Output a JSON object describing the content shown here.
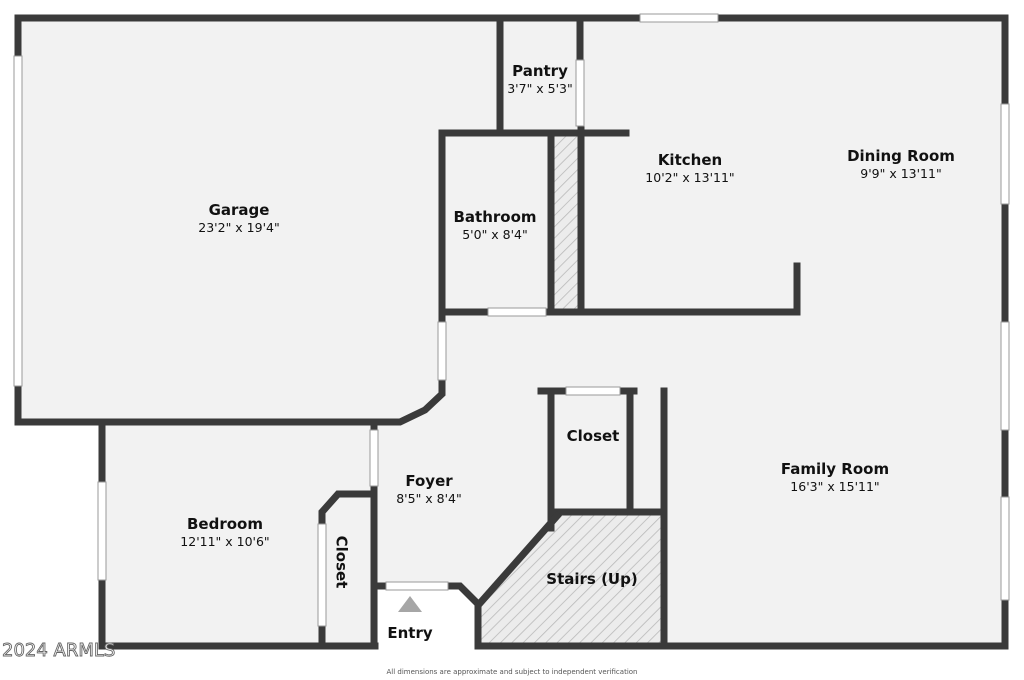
{
  "rooms": {
    "garage": {
      "name": "Garage",
      "dims": "23'2\" x 19'4\""
    },
    "pantry": {
      "name": "Pantry",
      "dims": "3'7\" x 5'3\""
    },
    "kitchen": {
      "name": "Kitchen",
      "dims": "10'2\" x 13'11\""
    },
    "dining": {
      "name": "Dining Room",
      "dims": "9'9\" x 13'11\""
    },
    "bathroom": {
      "name": "Bathroom",
      "dims": "5'0\" x 8'4\""
    },
    "foyer": {
      "name": "Foyer",
      "dims": "8'5\" x 8'4\""
    },
    "family": {
      "name": "Family Room",
      "dims": "16'3\" x 15'11\""
    },
    "bedroom": {
      "name": "Bedroom",
      "dims": "12'11\" x 10'6\""
    },
    "closet_hall": {
      "name": "Closet"
    },
    "closet_bed": {
      "name": "Closet"
    },
    "stairs": {
      "name": "Stairs (Up)"
    },
    "entry": {
      "name": "Entry"
    }
  },
  "footnote": "All dimensions are approximate and subject to independent verification",
  "watermark": "2024 ARMLS",
  "colors": {
    "wall": "#3a3a3a",
    "floor": "#f2f2f2",
    "hatch": "#bdbdbd",
    "entry_arrow": "#a6a6a6"
  }
}
